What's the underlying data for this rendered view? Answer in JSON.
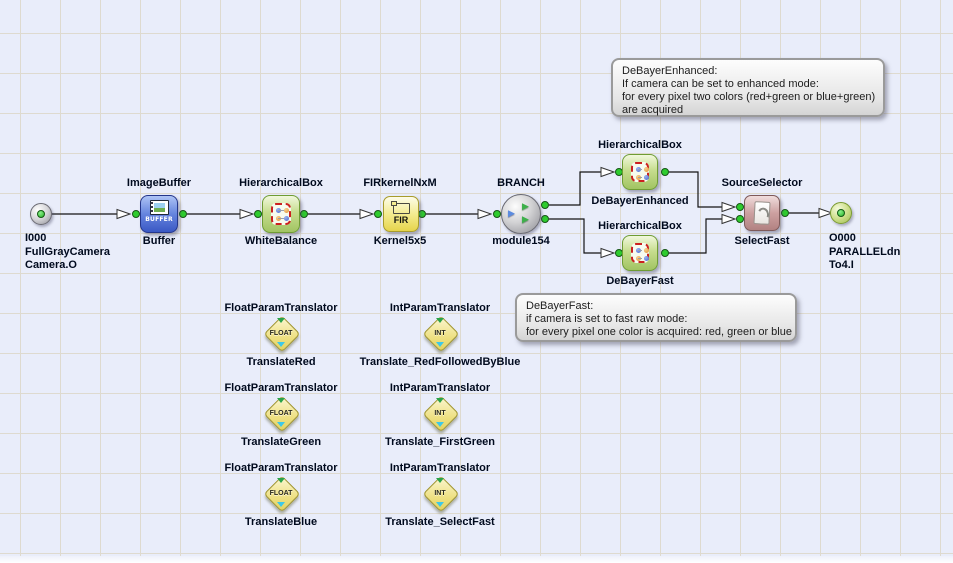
{
  "nodes": {
    "camera_in": {
      "label_lines": [
        "I000",
        "FullGrayCamera",
        "Camera.O"
      ]
    },
    "image_buffer": {
      "type": "ImageBuffer",
      "name": "Buffer",
      "icon_text": "BUFFER"
    },
    "white_balance": {
      "type": "HierarchicalBox",
      "name": "WhiteBalance"
    },
    "fir_kernel": {
      "type": "FIRkernelNxM",
      "name": "Kernel5x5",
      "icon_text": "FIR"
    },
    "branch": {
      "type": "BRANCH",
      "name": "module154"
    },
    "debayer_enhanced": {
      "type": "HierarchicalBox",
      "name": "DeBayerEnhanced"
    },
    "debayer_fast": {
      "type": "HierarchicalBox",
      "name": "DeBayerFast"
    },
    "source_selector": {
      "type": "SourceSelector",
      "name": "SelectFast"
    },
    "camera_out": {
      "label_lines": [
        "O000",
        "PARALLELdn",
        "To4.I"
      ]
    },
    "translators": [
      {
        "type": "FloatParamTranslator",
        "name": "TranslateRed",
        "icon_text": "FLOAT"
      },
      {
        "type": "IntParamTranslator",
        "name": "Translate_RedFollowedByBlue",
        "icon_text": "INT"
      },
      {
        "type": "FloatParamTranslator",
        "name": "TranslateGreen",
        "icon_text": "FLOAT"
      },
      {
        "type": "IntParamTranslator",
        "name": "Translate_FirstGreen",
        "icon_text": "INT"
      },
      {
        "type": "FloatParamTranslator",
        "name": "TranslateBlue",
        "icon_text": "FLOAT"
      },
      {
        "type": "IntParamTranslator",
        "name": "Translate_SelectFast",
        "icon_text": "INT"
      }
    ]
  },
  "comments": [
    {
      "lines": [
        "DeBayerEnhanced:",
        "If camera can be set to enhanced mode:",
        "for every pixel two colors (red+green or blue+green)",
        "are acquired"
      ]
    },
    {
      "lines": [
        "DeBayerFast:",
        "if camera is set to fast raw mode:",
        "for every pixel one color is acquired: red, green or blue"
      ]
    }
  ],
  "colors": {
    "background": "#e9edfa",
    "grid_line": "#dedacf",
    "wire": "#141414",
    "port_green": "#2ecc2e",
    "label_text": "#000a1e"
  }
}
